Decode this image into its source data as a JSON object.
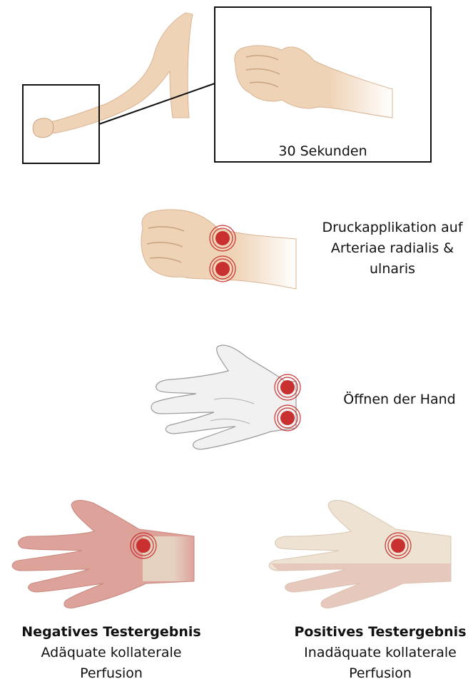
{
  "step1": {
    "caption": "30 Sekunden"
  },
  "step2": {
    "caption_lines": [
      "Druckapplikation auf",
      "Arteriae radialis &",
      "ulnaris"
    ]
  },
  "step3": {
    "caption": "Öffnen der Hand"
  },
  "result_negative": {
    "title": "Negatives Testergebnis",
    "line1": "Adäquate kollaterale",
    "line2": "Perfusion"
  },
  "result_positive": {
    "title": "Positives Testergebnis",
    "line1": "Inadäquate kollaterale",
    "line2": "Perfusion"
  },
  "colors": {
    "skin": "#efd3b6",
    "skin_shade": "#d9b493",
    "pressure_red": "#c8312f",
    "pale_hand": "#f1f1f1",
    "flushed_hand": "#dda39b",
    "blanched_hand": "#eee2d2"
  }
}
